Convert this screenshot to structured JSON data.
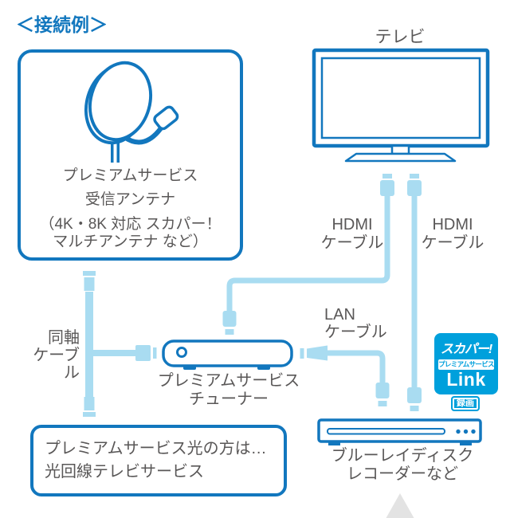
{
  "title": "＜接続例＞",
  "colors": {
    "outline_blue": "#1277BE",
    "cable_light_blue": "#A9DCF1",
    "text_gray": "#595757",
    "logo_blue": "#00A0DC",
    "arrow_gray": "#E3E3E3"
  },
  "antenna_box": {
    "line1": "プレミアムサービス",
    "line2": "受信アンテナ",
    "line3": "（4K・8K 対応 スカパー！",
    "line4": "マルチアンテナ など）"
  },
  "tv_label": "テレビ",
  "cable_labels": {
    "hdmi_left_1": "HDMI",
    "hdmi_left_2": "ケーブル",
    "hdmi_right_1": "HDMI",
    "hdmi_right_2": "ケーブル",
    "lan_1": "LAN",
    "lan_2": "ケーブル",
    "coax_1": "同軸",
    "coax_2": "ケーブル"
  },
  "tuner_label": {
    "line1": "プレミアムサービス",
    "line2": "チューナー"
  },
  "recorder_label": {
    "line1": "ブルーレイディスク",
    "line2": "レコーダーなど"
  },
  "info_box": {
    "line1": "プレミアムサービス光の方は…",
    "line2": "光回線テレビサービス"
  },
  "logo": {
    "brand": "スカパー!",
    "service": "プレミアムサービス",
    "product": "Link",
    "badge": "録画"
  }
}
